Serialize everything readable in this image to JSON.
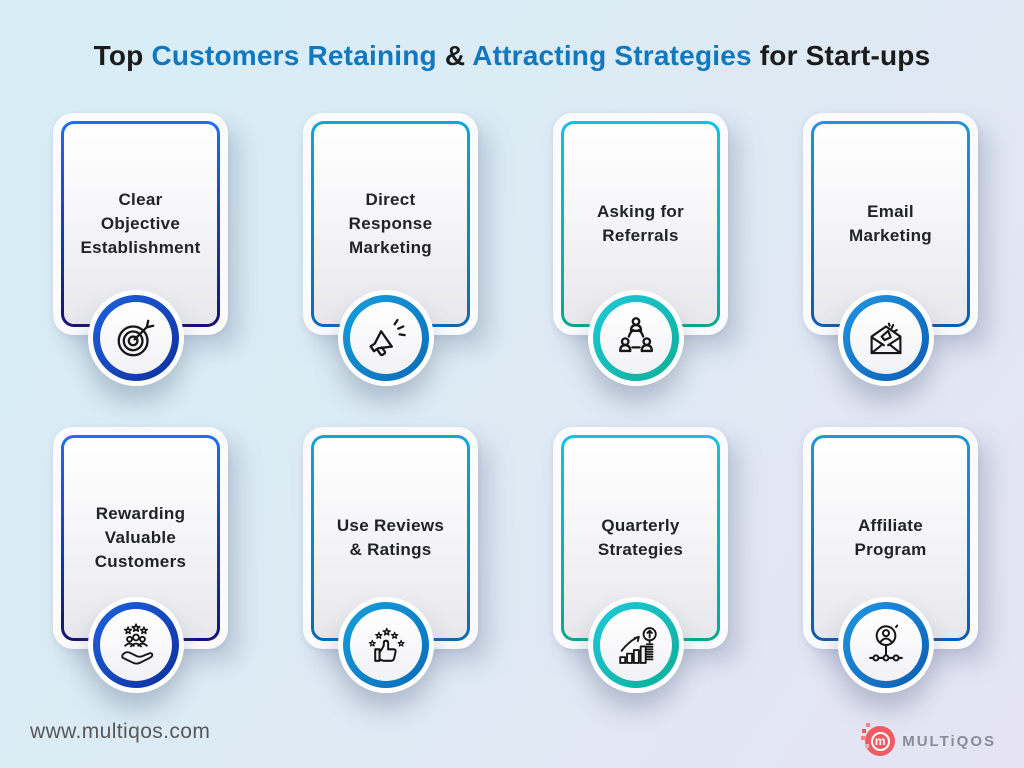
{
  "title": {
    "parts": [
      {
        "text": "Top ",
        "style": "dark"
      },
      {
        "text": "Customers Retaining",
        "style": "accent"
      },
      {
        "text": " & ",
        "style": "dark"
      },
      {
        "text": "Attracting Strategies",
        "style": "accent"
      },
      {
        "text": " for Start-ups",
        "style": "dark"
      }
    ],
    "accent_color": "#1278be",
    "dark_color": "#1b1b1b"
  },
  "cards": [
    {
      "label": "Clear\nObjective\nEstablishment",
      "icon": "target-icon",
      "border_top": "#1b70f2",
      "border_bottom": "#171173",
      "ring_top": "#1e62dd",
      "ring_bottom": "#0e2f9e"
    },
    {
      "label": "Direct\nResponse\nMarketing",
      "icon": "megaphone-icon",
      "border_top": "#11a6d8",
      "border_bottom": "#0d69b3",
      "ring_top": "#17a0dc",
      "ring_bottom": "#0b6ab8"
    },
    {
      "label": "Asking for\nReferrals",
      "icon": "referral-network-icon",
      "border_top": "#12c1e4",
      "border_bottom": "#0aa88c",
      "ring_top": "#1fc9db",
      "ring_bottom": "#0caf95"
    },
    {
      "label": "Email\nMarketing",
      "icon": "email-megaphone-icon",
      "border_top": "#2295dc",
      "border_bottom": "#0d5cae",
      "ring_top": "#2196e4",
      "ring_bottom": "#0c5cb2"
    },
    {
      "label": "Rewarding\nValuable\nCustomers",
      "icon": "reward-customers-icon",
      "border_top": "#1b70f2",
      "border_bottom": "#171173",
      "ring_top": "#1e62dd",
      "ring_bottom": "#0e2f9e"
    },
    {
      "label": "Use Reviews\n& Ratings",
      "icon": "thumbs-up-stars-icon",
      "border_top": "#11a6d8",
      "border_bottom": "#0d69b3",
      "ring_top": "#17a0dc",
      "ring_bottom": "#0b6ab8"
    },
    {
      "label": "Quarterly\nStrategies",
      "icon": "growth-chart-magnifier-icon",
      "border_top": "#12c1e4",
      "border_bottom": "#0aa88c",
      "ring_top": "#1fc9db",
      "ring_bottom": "#0caf95"
    },
    {
      "label": "Affiliate\nProgram",
      "icon": "affiliate-network-icon",
      "border_top": "#2295dc",
      "border_bottom": "#0d5cae",
      "ring_top": "#2196e4",
      "ring_bottom": "#0c5cb2"
    }
  ],
  "footer": {
    "website": "www.multiqos.com",
    "brand": "MULTiQOS",
    "brand_mark": "m",
    "brand_color": "#f15b63",
    "brand_text_color": "#8b8b97"
  }
}
